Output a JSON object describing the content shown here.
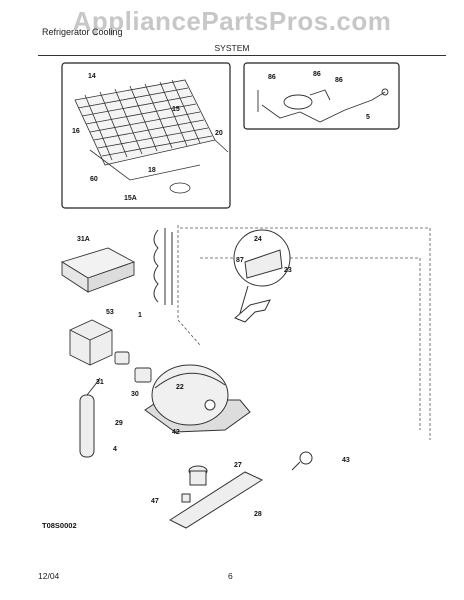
{
  "header": {
    "watermark": "AppliancePartsPros.com",
    "title": "Refrigerator Cooling",
    "section": "SYSTEM"
  },
  "footer": {
    "date": "12/04",
    "page": "6",
    "code": "T08S0002"
  },
  "callouts": [
    "14",
    "15",
    "16",
    "20",
    "18",
    "60",
    "15A",
    "86",
    "86",
    "86",
    "5",
    "31A",
    "24",
    "87",
    "23",
    "53",
    "1",
    "31",
    "30",
    "22",
    "29",
    "42",
    "4",
    "27",
    "43",
    "47",
    "28"
  ]
}
